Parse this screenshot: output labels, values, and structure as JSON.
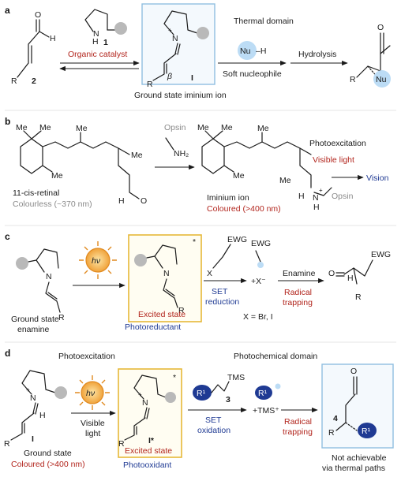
{
  "panels": {
    "a": {
      "label": "a",
      "catalyst_num": "1",
      "catalyst_label": "Organic catalyst",
      "substrate_num": "2",
      "substrate_r": "R",
      "iminium_num": "I",
      "iminium_r": "R",
      "beta": "β",
      "iminium_caption": "Ground state iminium ion",
      "thermal_domain": "Thermal domain",
      "nucleophile": "Nu",
      "nucleophile_h": "–H",
      "soft_nucleophile": "Soft nucleophile",
      "hydrolysis": "Hydrolysis",
      "product_r": "R",
      "product_nu": "Nu"
    },
    "b": {
      "label": "b",
      "retinal_name": "11-cis-retinal",
      "retinal_colour": "Colourless (~370 nm)",
      "opsin": "Opsin",
      "nh2": "NH₂",
      "iminium_ion": "Iminium ion",
      "iminium_colour": "Coloured (>400 nm)",
      "opsin2": "Opsin",
      "photoexcitation": "Photoexcitation",
      "visible_light": "Visible light",
      "vision": "Vision",
      "me": "Me"
    },
    "c": {
      "label": "c",
      "ground_state_enamine": "Ground state enamine",
      "hv": "hν",
      "excited_state": "Excited state",
      "photoreductant": "Photoreductant",
      "ewg": "EWG",
      "x": "X",
      "set_reduction": "SET reduction",
      "x_minus": "+X⁻",
      "x_eq": "X = Br, I",
      "enamine": "Enamine",
      "radical_trapping": "Radical trapping",
      "r": "R"
    },
    "d": {
      "label": "d",
      "photoexcitation": "Photoexcitation",
      "photochemical_domain": "Photochemical domain",
      "visible_light": "Visible light",
      "hv": "hν",
      "ground_state": "Ground state",
      "coloured": "Coloured (>400 nm)",
      "excited_state": "Excited state",
      "photooxidant": "Photooxidant",
      "i_num": "I",
      "i_star": "I*",
      "r1": "R¹",
      "tms": "TMS",
      "reagent_num": "3",
      "set_oxidation": "SET oxidation",
      "tms_plus": "+TMS⁺",
      "radical_trapping": "Radical trapping",
      "product_num": "4",
      "not_achievable": "Not achievable via thermal paths",
      "r": "R"
    }
  },
  "colors": {
    "red": "#b2251d",
    "blue": "#1f3a93",
    "grey": "#8a8a8a",
    "box_yellow": "#e6b838",
    "box_blue": "#90bfe0",
    "sun_orange": "#f0a23a",
    "nu_blue": "#bcdcf5",
    "catalyst_grey": "#b9b9b9"
  }
}
